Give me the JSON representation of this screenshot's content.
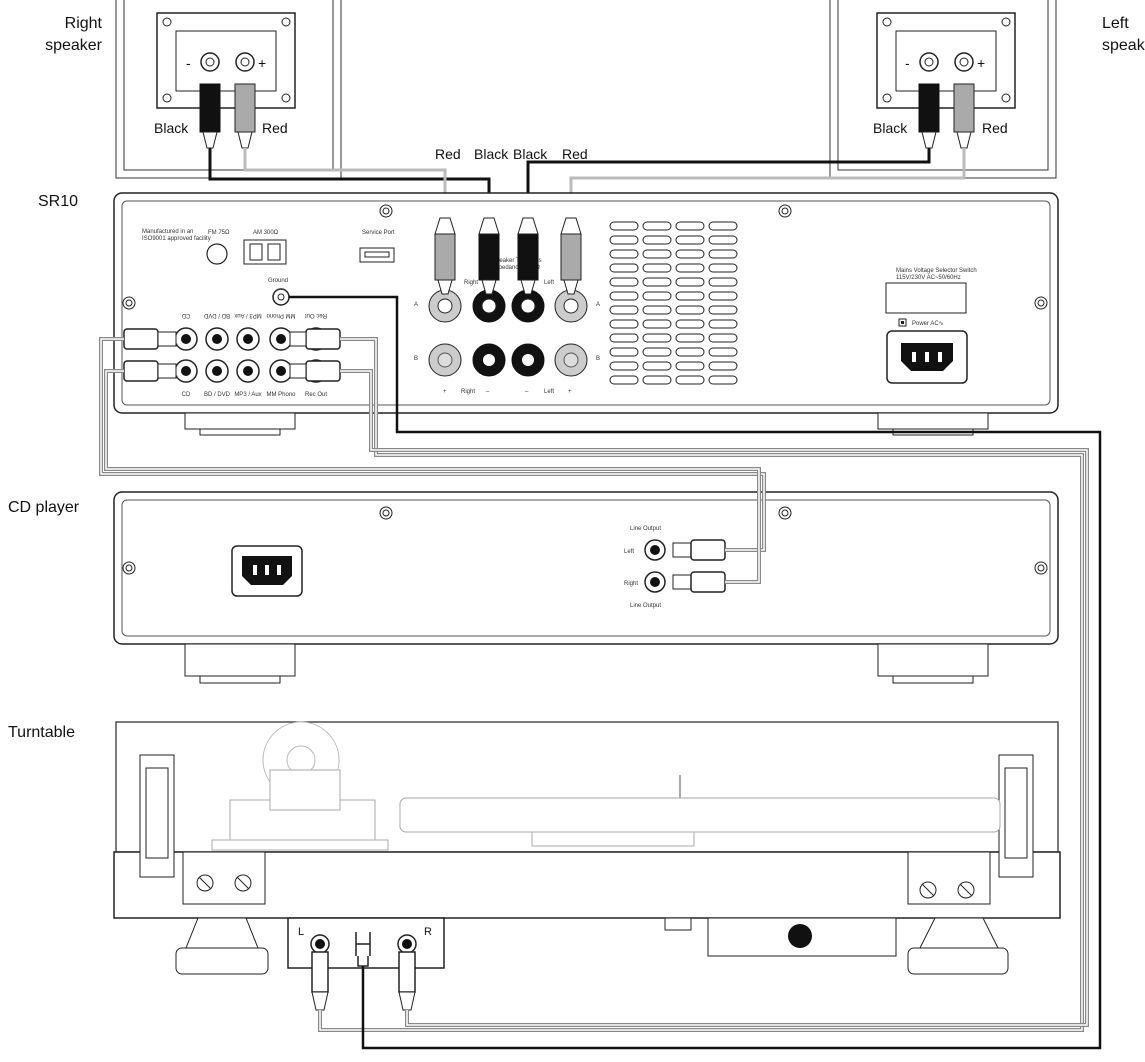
{
  "devices": {
    "right_speaker": "Right\nspeaker",
    "left_speaker": "Left\nspeaker",
    "amplifier": "SR10",
    "cd_player": "CD player",
    "turntable": "Turntable"
  },
  "speaker_labels": {
    "black": "Black",
    "red": "Red",
    "minus": "-",
    "plus": "+"
  },
  "cable_labels": [
    "Red",
    "Black",
    "Black",
    "Red"
  ],
  "amp_rear": {
    "manufactured": [
      "Manufactured in an",
      "ISO9001 approved facility"
    ],
    "fm": "FM 75Ω",
    "am": "AM 300Ω",
    "ground": "Ground",
    "service_port": "Service Port",
    "speaker_terminals": [
      "Speaker Terminals",
      "Impedance 4 - 8Ω"
    ],
    "inputs_top": [
      "CD",
      "BD / DVD",
      "MP3 / Aux",
      "MM Phono",
      "Rec Out"
    ],
    "inputs_bottom": [
      "CD",
      "BD / DVD",
      "MP3 / Aux",
      "MM Phono",
      "Rec Out"
    ],
    "speaker_row_a": "A",
    "speaker_row_b": "B",
    "right": "Right",
    "left": "Left",
    "plus": "+",
    "minus": "–",
    "mains_voltage": [
      "Mains Voltage Selector Switch",
      "115V/230V AC~50/60Hz"
    ],
    "power": "Power AC∿"
  },
  "cd_rear": {
    "line_output": "Line Output",
    "left": "Left",
    "right": "Right"
  },
  "turntable_rear": {
    "left": "L",
    "right": "R"
  }
}
